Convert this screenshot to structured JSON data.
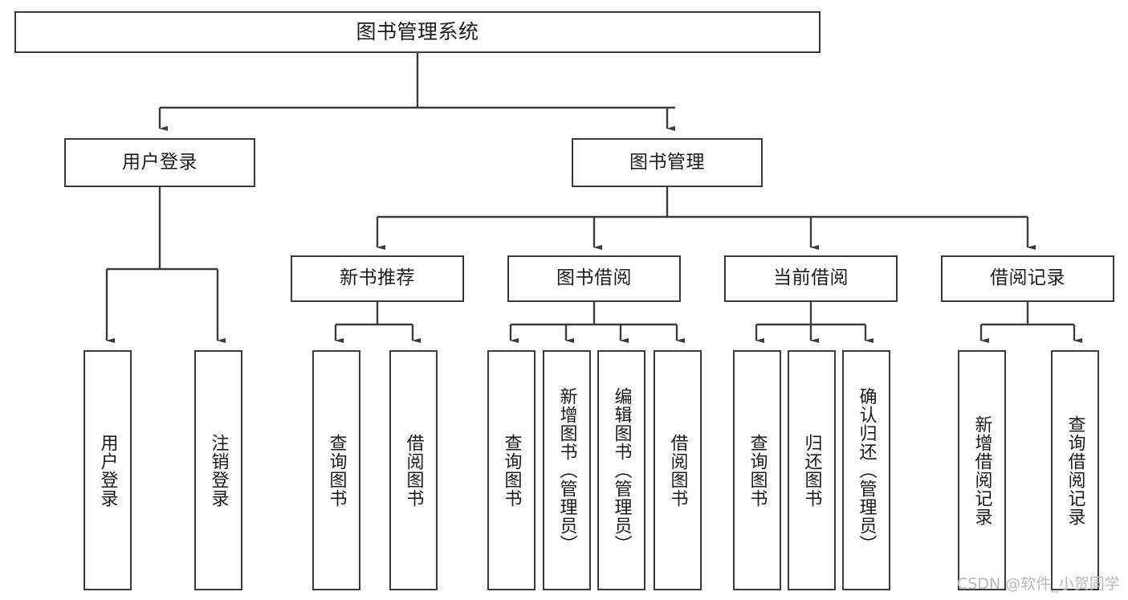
{
  "diagram": {
    "title": "图书管理系统",
    "type": "functional-structure-tree",
    "orientation": "top-down",
    "line_color": "#3b3b3b",
    "box_fill": "#ffffff",
    "text_color": "#1b1b1b"
  },
  "nodes": {
    "root": {
      "label": "图书管理系统"
    },
    "level2": [
      {
        "id": "user-login",
        "label": "用户登录"
      },
      {
        "id": "book-manage",
        "label": "图书管理"
      }
    ],
    "level3": [
      {
        "id": "new-book-rec",
        "label": "新书推荐"
      },
      {
        "id": "book-borrow",
        "label": "图书借阅"
      },
      {
        "id": "current-borrow",
        "label": "当前借阅"
      },
      {
        "id": "borrow-record",
        "label": "借阅记录"
      }
    ],
    "leaves": {
      "user-login": [
        {
          "id": "leaf-user-login",
          "label": "用户登录"
        },
        {
          "id": "leaf-logout",
          "label": "注销登录"
        }
      ],
      "new-book-rec": [
        {
          "id": "leaf-query-book-1",
          "label": "查询图书"
        },
        {
          "id": "leaf-borrow-book-1",
          "label": "借阅图书"
        }
      ],
      "book-borrow": [
        {
          "id": "leaf-query-book-2",
          "label": "查询图书"
        },
        {
          "id": "leaf-add-book",
          "label": "新增图书（管理员）"
        },
        {
          "id": "leaf-edit-book",
          "label": "编辑图书（管理员）"
        },
        {
          "id": "leaf-borrow-book-2",
          "label": "借阅图书"
        }
      ],
      "current-borrow": [
        {
          "id": "leaf-query-book-3",
          "label": "查询图书"
        },
        {
          "id": "leaf-return-book",
          "label": "归还图书"
        },
        {
          "id": "leaf-confirm-return",
          "label": "确认归还（管理员）"
        }
      ],
      "borrow-record": [
        {
          "id": "leaf-add-record",
          "label": "新增借阅记录"
        },
        {
          "id": "leaf-query-record",
          "label": "查询借阅记录"
        }
      ]
    }
  },
  "watermark": {
    "text": "CSDN @软件_小贺同学"
  }
}
